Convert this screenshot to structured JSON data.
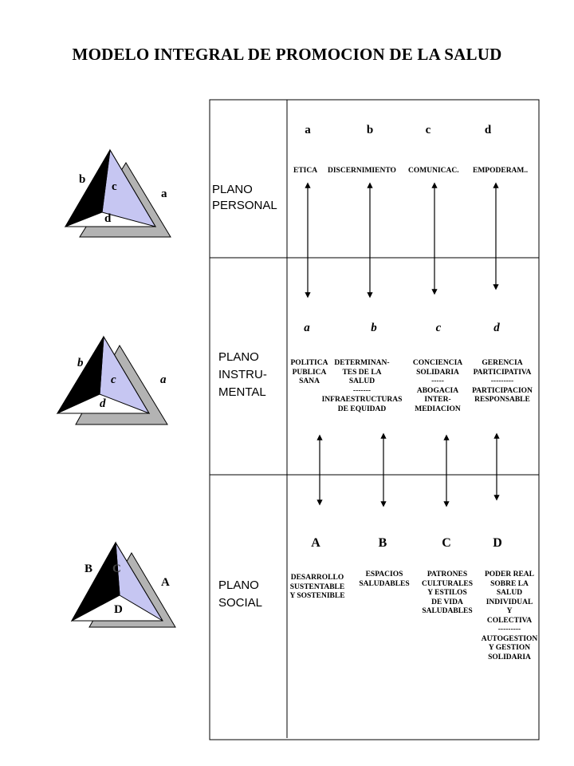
{
  "title": "MODELO INTEGRAL DE PROMOCION DE LA SALUD",
  "planes": [
    {
      "lines": [
        "PLANO",
        "PERSONAL"
      ]
    },
    {
      "lines": [
        "PLANO",
        "INSTRU-",
        "MENTAL"
      ]
    },
    {
      "lines": [
        "PLANO",
        "SOCIAL"
      ]
    }
  ],
  "personal": {
    "letters": [
      "a",
      "b",
      "c",
      "d"
    ],
    "concepts": [
      "ETICA",
      "DISCERNIMIENTO",
      "COMUNICAC.",
      "EMPODERAM.."
    ]
  },
  "instrumental": {
    "letters": [
      "a",
      "b",
      "c",
      "d"
    ],
    "concepts": [
      [
        "POLITICA",
        "PUBLICA",
        "SANA"
      ],
      [
        "DETERMINAN-",
        "TES DE LA",
        "SALUD",
        "-------",
        "INFRAESTRUCTURAS",
        "DE EQUIDAD"
      ],
      [
        "CONCIENCIA",
        "SOLIDARIA",
        "-----",
        "ABOGACIA",
        "INTER-",
        "MEDIACION"
      ],
      [
        "GERENCIA",
        "PARTICIPATIVA",
        "---------",
        "PARTICIPACION",
        "RESPONSABLE"
      ]
    ]
  },
  "social": {
    "letters": [
      "A",
      "B",
      "C",
      "D"
    ],
    "concepts": [
      [
        "DESARROLLO",
        "SUSTENTABLE",
        "Y SOSTENIBLE"
      ],
      [
        "ESPACIOS",
        "SALUDABLES"
      ],
      [
        "PATRONES",
        "CULTURALES",
        "Y ESTILOS",
        "DE VIDA",
        "SALUDABLES"
      ],
      [
        "PODER REAL",
        "SOBRE LA",
        "SALUD",
        "INDIVIDUAL",
        "Y",
        "COLECTIVA",
        "---------",
        "AUTOGESTION",
        "Y GESTION",
        "SOLIDARIA"
      ]
    ]
  },
  "triangles": [
    {
      "labels": [
        "b",
        "c",
        "a",
        "d"
      ]
    },
    {
      "labels": [
        "b",
        "c",
        "a",
        "d"
      ]
    },
    {
      "labels": [
        "B",
        "C",
        "A",
        "D"
      ]
    }
  ]
}
